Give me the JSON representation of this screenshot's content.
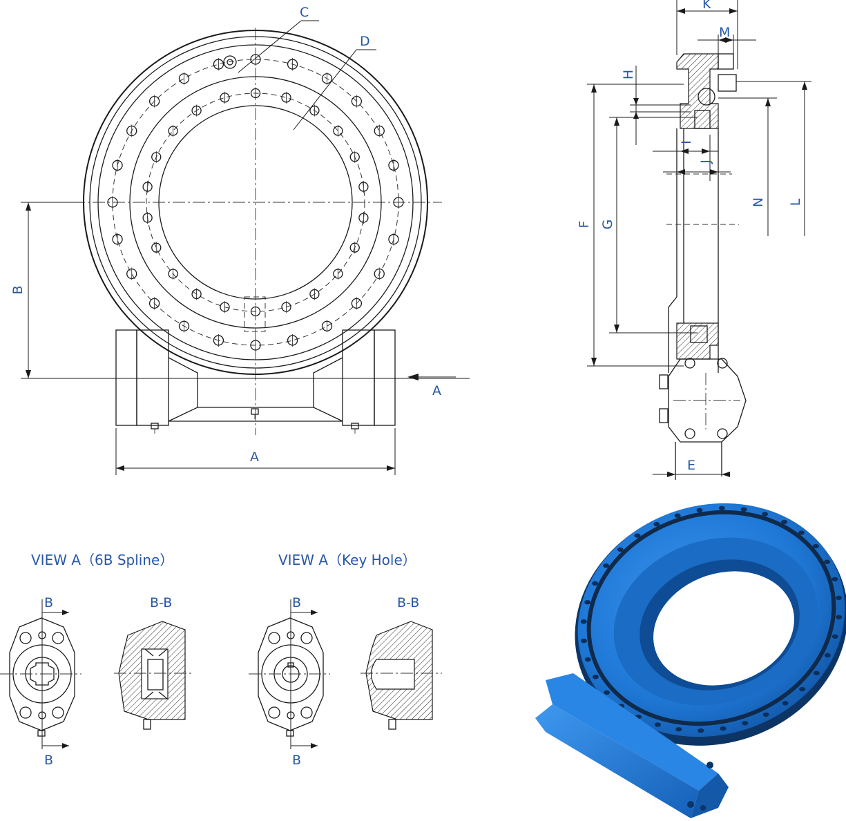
{
  "labels": {
    "A": "A",
    "B": "B",
    "C": "C",
    "D": "D",
    "E": "E",
    "F": "F",
    "G": "G",
    "H": "H",
    "I": "I",
    "J": "J",
    "K": "K",
    "L": "L",
    "M": "M",
    "N": "N",
    "view_arrow": "A"
  },
  "views": {
    "spline_title": "VIEW A（6B Spline）",
    "keyhole_title": "VIEW A（Key Hole）",
    "section_mark": "B",
    "section_title": "B-B"
  },
  "colors": {
    "label": "#2757a6",
    "product_blue": "#1f78d6",
    "product_dark": "#0e3f80",
    "line": "#1a1a1a"
  }
}
